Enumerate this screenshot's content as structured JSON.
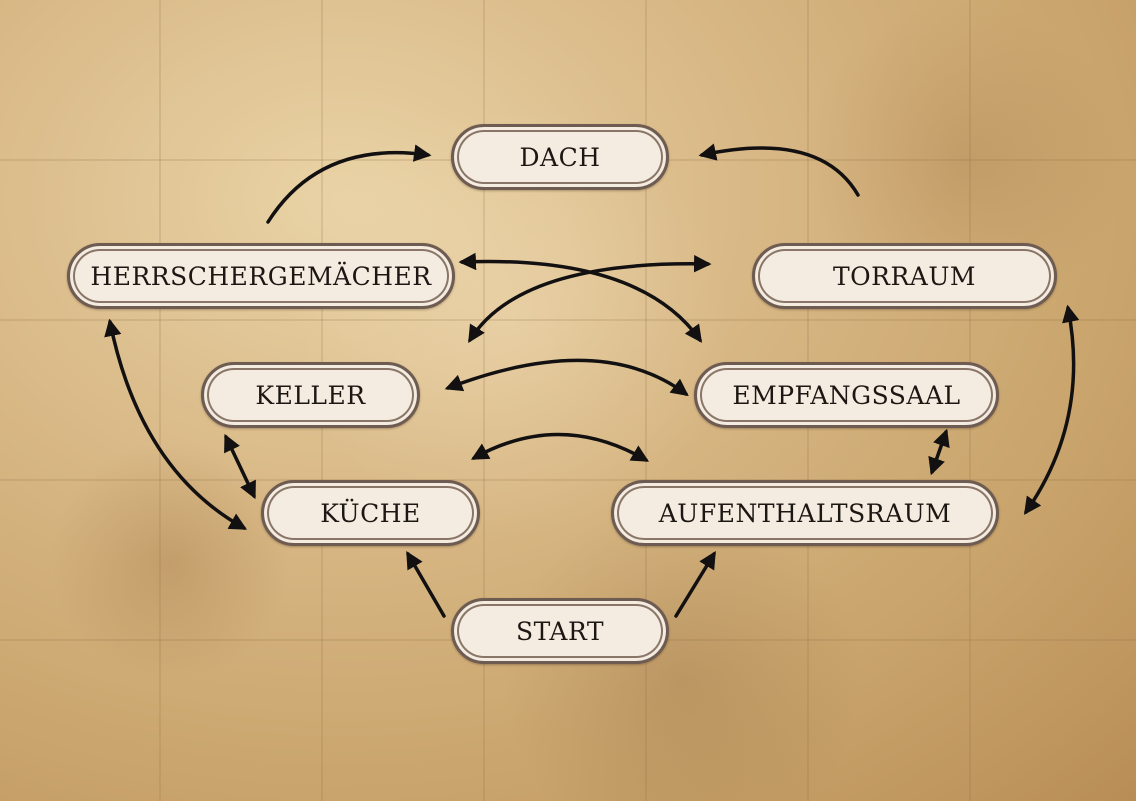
{
  "rooms": {
    "dach": "DACH",
    "herrschergemaecher": "HERRSCHERGEMÄCHER",
    "torraum": "TORRAUM",
    "keller": "KELLER",
    "empfangssaal": "EMPFANGSSAAL",
    "kueche": "KÜCHE",
    "aufenthaltsraum": "AUFENTHALTSRAUM",
    "start": "START"
  },
  "connections": [
    {
      "from": "herrschergemaecher",
      "to": "dach",
      "direction": "one-way"
    },
    {
      "from": "torraum",
      "to": "dach",
      "direction": "one-way"
    },
    {
      "from": "herrschergemaecher",
      "to": "empfangssaal",
      "direction": "two-way"
    },
    {
      "from": "torraum",
      "to": "keller",
      "direction": "two-way"
    },
    {
      "from": "herrschergemaecher",
      "to": "kueche",
      "direction": "two-way"
    },
    {
      "from": "torraum",
      "to": "aufenthaltsraum",
      "direction": "two-way"
    },
    {
      "from": "keller",
      "to": "empfangssaal",
      "direction": "two-way"
    },
    {
      "from": "keller",
      "to": "kueche",
      "direction": "two-way"
    },
    {
      "from": "kueche",
      "to": "aufenthaltsraum",
      "direction": "two-way"
    },
    {
      "from": "empfangssaal",
      "to": "aufenthaltsraum",
      "direction": "two-way"
    },
    {
      "from": "start",
      "to": "kueche",
      "direction": "one-way"
    },
    {
      "from": "start",
      "to": "aufenthaltsraum",
      "direction": "one-way"
    }
  ],
  "colors": {
    "parchment": "#d9b987",
    "arrow": "#121010",
    "room_fill": "#f4ece0",
    "room_border": "#6e5b52"
  }
}
